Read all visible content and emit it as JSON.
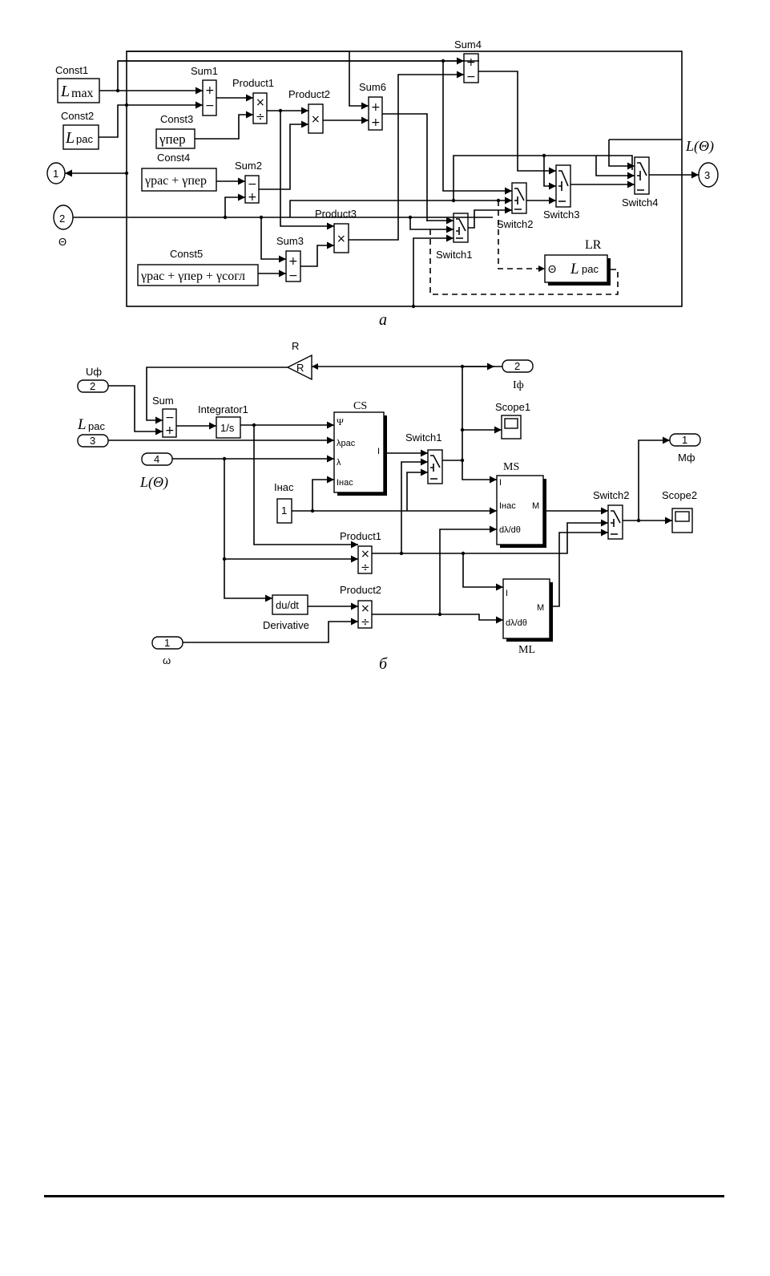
{
  "figure_a": {
    "caption": "а",
    "blocks": {
      "const1": {
        "label": "Const1",
        "value_main": "L",
        "value_sub": "max"
      },
      "const2": {
        "label": "Const2",
        "value_main": "L",
        "value_sub": "рас"
      },
      "const3": {
        "label": "Const3",
        "value": "γпер"
      },
      "const4": {
        "label": "Const4",
        "value": "γрас + γпер"
      },
      "const5": {
        "label": "Const5",
        "value": "γрас + γпер + γсогл"
      },
      "sum1": {
        "label": "Sum1",
        "signs": [
          "+",
          "−"
        ]
      },
      "sum2": {
        "label": "Sum2",
        "signs": [
          "−",
          "+"
        ]
      },
      "sum3": {
        "label": "Sum3",
        "signs": [
          "+",
          "−"
        ]
      },
      "sum4": {
        "label": "Sum4",
        "signs": [
          "+",
          "−"
        ]
      },
      "sum6": {
        "label": "Sum6",
        "signs": [
          "+",
          "+"
        ]
      },
      "product1": {
        "label": "Product1",
        "ops": [
          "×",
          "÷"
        ]
      },
      "product2": {
        "label": "Product2",
        "op": "×"
      },
      "product3": {
        "label": "Product3",
        "op": "×"
      },
      "switch1": {
        "label": "Switch1"
      },
      "switch2": {
        "label": "Switch2"
      },
      "switch3": {
        "label": "Switch3"
      },
      "switch4": {
        "label": "Switch4"
      },
      "lr": {
        "label": "LR",
        "port_in": "Θ",
        "port_out_main": "L",
        "port_out_sub": "рас"
      }
    },
    "ports": {
      "out1": {
        "number": "1"
      },
      "in2": {
        "number": "2",
        "label": "Θ"
      },
      "out3": {
        "number": "3",
        "label": "L(Θ)"
      }
    }
  },
  "figure_b": {
    "caption": "б",
    "blocks": {
      "gain_r": {
        "label": "R",
        "value": "R"
      },
      "sum": {
        "label": "Sum",
        "signs": [
          "−",
          "+"
        ]
      },
      "integrator1": {
        "label": "Integrator1",
        "value": "1/s"
      },
      "cs": {
        "label": "CS",
        "inputs": [
          "Ψ",
          "λрас",
          "λ",
          "Iнас"
        ],
        "output": "I"
      },
      "switch1": {
        "label": "Switch1"
      },
      "scope1": {
        "label": "Scope1"
      },
      "ms": {
        "label": "MS",
        "inputs": [
          "I",
          "Iнас",
          "dλ/dθ"
        ],
        "output": "M"
      },
      "inas_const": {
        "label": "Iнас",
        "value": "1"
      },
      "product1": {
        "label": "Product1",
        "ops": [
          "×",
          "÷"
        ]
      },
      "product2": {
        "label": "Product2",
        "ops": [
          "×",
          "÷"
        ]
      },
      "derivative": {
        "label": "Derivative",
        "value": "du/dt"
      },
      "ml": {
        "label": "ML",
        "inputs": [
          "I",
          "dλ/dθ"
        ],
        "output": "M"
      },
      "switch2": {
        "label": "Switch2"
      },
      "scope2": {
        "label": "Scope2"
      }
    },
    "ports": {
      "in_u": {
        "number": "2",
        "label": "Uф"
      },
      "in_lpac": {
        "number": "3",
        "label_main": "L",
        "label_sub": "рас"
      },
      "in_ltheta": {
        "number": "4",
        "label": "L(Θ)"
      },
      "in_omega": {
        "number": "1",
        "label": "ω"
      },
      "out_i": {
        "number": "2",
        "label": "Iф"
      },
      "out_m": {
        "number": "1",
        "label": "Mф"
      }
    }
  }
}
